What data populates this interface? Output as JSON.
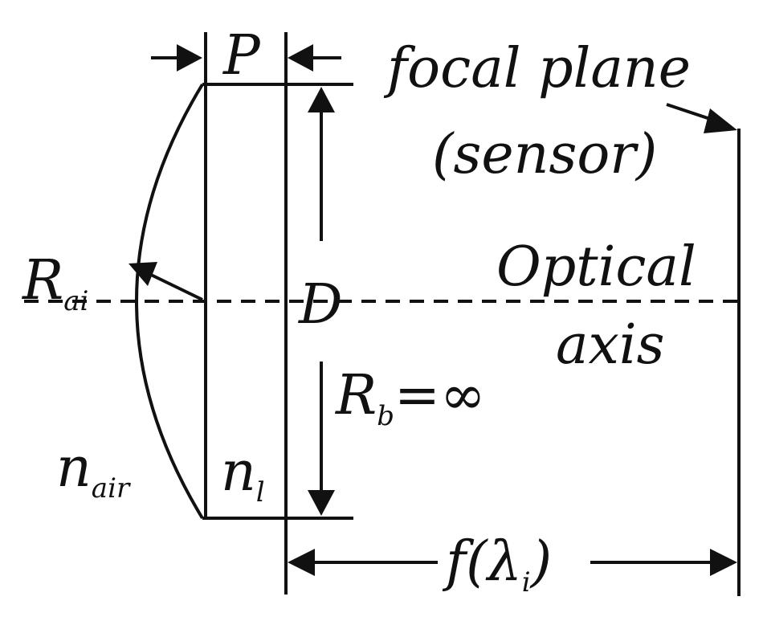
{
  "labels": {
    "thickness": "P",
    "focal_plane_line1": "focal plane",
    "focal_plane_line2": "(sensor)",
    "optical_axis_line1": "Optical",
    "optical_axis_line2": "axis",
    "front_radius": "R",
    "front_radius_sub": "ai",
    "diameter": "D",
    "back_radius": "R",
    "back_radius_sub": "b",
    "back_radius_value": "=∞",
    "medium_air": "n",
    "medium_air_sub": "air",
    "medium_lens": "n",
    "medium_lens_sub": "l",
    "focal_length": "f(λ",
    "focal_length_sub": "i",
    "focal_length_close": ")"
  },
  "colors": {
    "ink": "#111111",
    "background": "#ffffff"
  }
}
